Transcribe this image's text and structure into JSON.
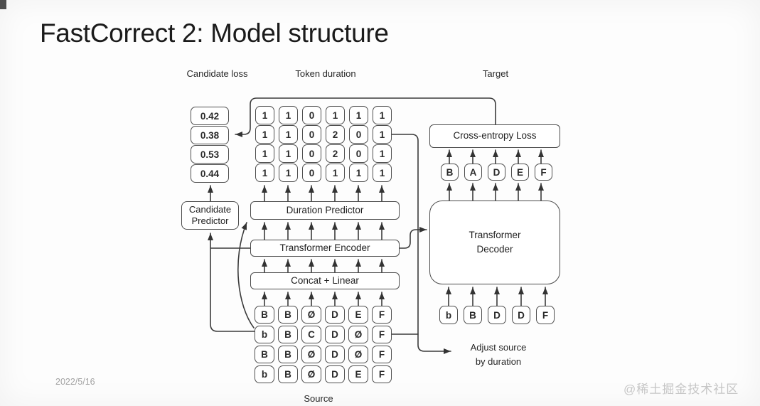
{
  "slide": {
    "title": "FastCorrect 2: Model structure",
    "date": "2022/5/16",
    "watermark": "@稀土掘金技术社区"
  },
  "section_labels": {
    "candidate_loss": "Candidate loss",
    "token_duration": "Token duration",
    "target": "Target",
    "source": "Source",
    "adjust_note": "Adjust source\nby duration"
  },
  "blocks": {
    "candidate_predictor": "Candidate\nPredictor",
    "duration_predictor": "Duration Predictor",
    "transformer_encoder": "Transformer Encoder",
    "concat_linear": "Concat + Linear",
    "cross_entropy_loss": "Cross-entropy Loss",
    "transformer_decoder": "Transformer\nDecoder"
  },
  "candidate_loss": {
    "values": [
      "0.42",
      "0.38",
      "0.53",
      "0.44"
    ]
  },
  "token_duration": {
    "rows": [
      [
        "1",
        "1",
        "0",
        "1",
        "1",
        "1"
      ],
      [
        "1",
        "1",
        "0",
        "2",
        "0",
        "1"
      ],
      [
        "1",
        "1",
        "0",
        "2",
        "0",
        "1"
      ],
      [
        "1",
        "1",
        "0",
        "1",
        "1",
        "1"
      ]
    ]
  },
  "source": {
    "rows": [
      [
        "B",
        "B",
        "Ø",
        "D",
        "E",
        "F"
      ],
      [
        "b",
        "B",
        "C",
        "D",
        "Ø",
        "F"
      ],
      [
        "B",
        "B",
        "Ø",
        "D",
        "Ø",
        "F"
      ],
      [
        "b",
        "B",
        "Ø",
        "D",
        "E",
        "F"
      ]
    ]
  },
  "target_tokens": [
    "B",
    "A",
    "D",
    "E",
    "F"
  ],
  "decoder_input_tokens": [
    "b",
    "B",
    "D",
    "D",
    "F"
  ],
  "colors": {
    "line": "#3b3b3b",
    "box_border": "#4c4c4c",
    "text": "#222222",
    "date_text": "#a3a3a3",
    "watermark_text": "#c6c6c6",
    "background": "#fdfdfd"
  }
}
